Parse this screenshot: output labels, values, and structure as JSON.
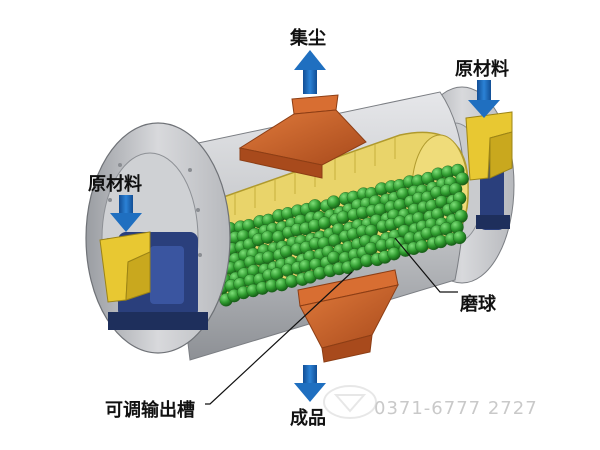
{
  "labels": {
    "dust": "集尘",
    "raw_right": "原材料",
    "raw_left": "原材料",
    "balls": "磨球",
    "trough": "可调输出槽",
    "product": "成品"
  },
  "watermark": {
    "phone": "0371-6777 2727"
  },
  "colors": {
    "arrow_blue": "#1f6fc0",
    "shell_gray": "#c7c9cd",
    "liner_yellow": "#e9d46a",
    "ball_green": "#2e9a2e",
    "hopper_orange": "#c9632a",
    "feeder_yellow": "#e8c832",
    "bearing_blue": "#2a3f7c"
  }
}
